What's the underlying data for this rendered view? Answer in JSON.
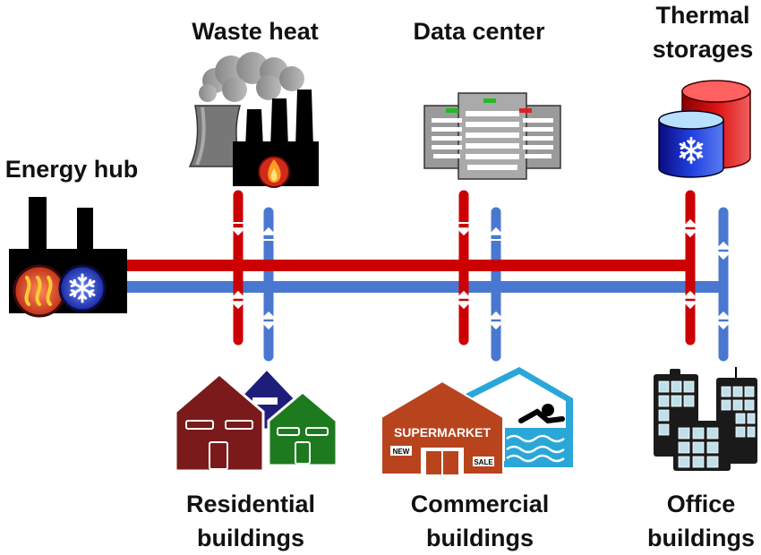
{
  "labels": {
    "energy_hub": "Energy hub",
    "waste_heat": "Waste heat",
    "data_center": "Data center",
    "thermal_storages_line1": "Thermal",
    "thermal_storages_line2": "storages",
    "residential_line1": "Residential",
    "residential_line2": "buildings",
    "commercial_line1": "Commercial",
    "commercial_line2": "buildings",
    "office_line1": "Office",
    "office_line2": "buildings"
  },
  "signs": {
    "supermarket": "SUPERMARKET",
    "new": "NEW",
    "sale": "SALE"
  },
  "colors": {
    "hot_pipe": "#cc0000",
    "cold_pipe": "#4a78d0",
    "house_red": "#7a1a1a",
    "house_blue": "#1e1e7a",
    "house_green": "#1e7a1e",
    "supermarket": "#b8441e",
    "pool_water": "#2aa7d8"
  },
  "icons": [
    "factory-icon",
    "flame-icon",
    "snowflake-icon",
    "power-plant-icon",
    "server-rack-icon",
    "hot-tank-icon",
    "cold-tank-icon",
    "house-icon",
    "supermarket-icon",
    "swimmer-icon",
    "office-tower-icon"
  ]
}
